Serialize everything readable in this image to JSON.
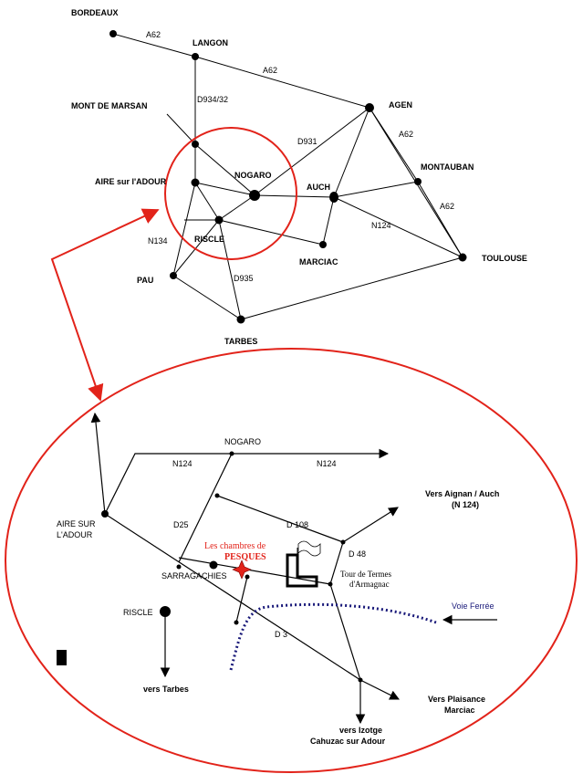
{
  "top_map": {
    "cities": {
      "bordeaux": "BORDEAUX",
      "langon": "LANGON",
      "mont_de_marsan": "MONT DE MARSAN",
      "agen": "AGEN",
      "aire": "AIRE sur l'ADOUR",
      "nogaro": "NOGARO",
      "auch": "AUCH",
      "montauban": "MONTAUBAN",
      "riscle": "RISCLE",
      "marciac": "MARCIAC",
      "toulouse": "TOULOUSE",
      "pau": "PAU",
      "tarbes": "TARBES"
    },
    "roads": {
      "a62_bordeaux": "A62",
      "a62_langon_agen": "A62",
      "d934": "D934/32",
      "d931": "D931",
      "a62_agen_montauban": "A62",
      "a62_montauban_toulouse": "A62",
      "n124": "N124",
      "n134": "N134",
      "d935": "D935"
    },
    "circle_color": "#e2231a"
  },
  "detail_map": {
    "places": {
      "nogaro": "NOGARO",
      "aire_line1": "AIRE SUR",
      "aire_line2": "L'ADOUR",
      "riscle": "RISCLE",
      "sarragachies": "SARRAGACHIES",
      "chambres_line1": "Les chambres de",
      "chambres_line2": "PESQUES",
      "tour_line1": "Tour de Termes",
      "tour_line2": "d'Armagnac",
      "vers_aignan_line1": "Vers Aignan / Auch",
      "vers_aignan_line2": "(N 124)",
      "voie_ferree": "Voie Ferrée",
      "vers_plaisance_line1": "Vers Plaisance",
      "vers_plaisance_line2": "Marciac",
      "vers_tarbes": "vers Tarbes",
      "vers_izotge_line1": "vers Izotge",
      "vers_izotge_line2": "Cahuzac sur Adour"
    },
    "roads": {
      "n124_left": "N124",
      "n124_right": "N124",
      "d25": "D25",
      "d108": "D 108",
      "d48": "D 48",
      "d3": "D 3"
    },
    "accent_color": "#e2231a",
    "railway_color": "#1a1a7a",
    "icons": [
      "star-marker-icon",
      "castle-tower-icon",
      "flag-icon"
    ]
  }
}
